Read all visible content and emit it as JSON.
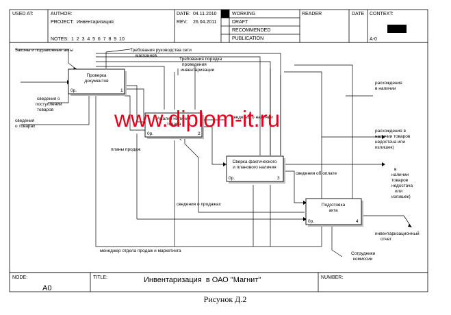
{
  "header": {
    "used_at": "USED AT:",
    "author": "AUTHOR:",
    "project_label": "PROJECT:",
    "project_value": "Инвентаризация",
    "notes_label": "NOTES:",
    "notes_numbers": "1  2  3  4  5  6  7  8  9  10",
    "date_label": "DATE:",
    "date_value": "04.11.2010",
    "rev_label": "REV:",
    "rev_value": "26.04.2011",
    "working": "WORKING",
    "draft": "DRAFT",
    "recommended": "RECOMMENDED",
    "publication": "PUBLICATION",
    "reader": "READER",
    "date2": "DATE",
    "context": "CONTEXT:",
    "context_node": "A-0"
  },
  "boxes": [
    {
      "id": "box-1",
      "l1": "Проверка",
      "l2": "документов",
      "cost": "0р.",
      "num": "1"
    },
    {
      "id": "box-2",
      "l1": "Анализ наличия",
      "l2": "товара",
      "cost": "0р.",
      "num": "2"
    },
    {
      "id": "box-3",
      "l1": "Сверка фактического",
      "l2": "и планового наличия",
      "cost": "0р.",
      "num": "3"
    },
    {
      "id": "box-4",
      "l1": "Подготовка",
      "l2": "акта",
      "cost": "0р.",
      "num": "4"
    }
  ],
  "labels": {
    "laws": "Законы и подзаконные акты",
    "mgmt_req": "Требования руководства сети",
    "mgmt_req2": "магазинов",
    "proc_req": "Требования порядка",
    "proc_req2": "проведения",
    "proc_req3": "инвентаризации",
    "receipt": "сведения о",
    "receipt2": "поступлении",
    "receipt3": "товаров",
    "goods": "сведения",
    "goods2": "о товарах",
    "plans": "планы продаж",
    "stock": "сведения о наличии",
    "payment": "сведения об оплате",
    "sales": "сведения о продажах",
    "discrep": "расхождения",
    "discrep2": "в наличии",
    "discrep_b": "расхождения в",
    "discrep_b2": "наличии товаров",
    "discrep_b3": "недостача или",
    "discrep_b4": "излишек)",
    "inst": "в",
    "inst2": "наличии",
    "inst3": "товаров",
    "inst4": "недостача",
    "inst5": "или",
    "inst6": "излишек)",
    "report": "инвентаризационный",
    "report2": "отчет",
    "manager": "менеджер отдела продаж и маркетинга",
    "staff": "Сотрудники",
    "staff2": "комиссии"
  },
  "watermark": "www.diplom-it.ru",
  "footer": {
    "node_label": "NODE:",
    "node_value": "A0",
    "title_label": "TITLE:",
    "title_value": "Инвентаризация  в ОАО \"Магнит\"",
    "number_label": "NUMBER:"
  },
  "caption": "Рисунок Д.2"
}
